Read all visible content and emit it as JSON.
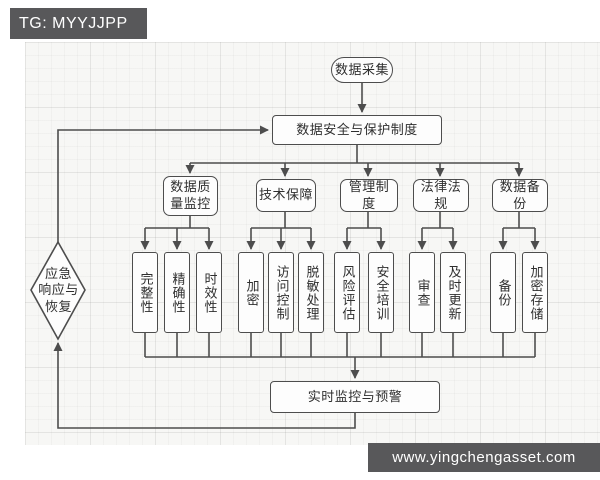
{
  "watermark": {
    "telegram": "TG: MYYJJPP",
    "website": "www.yingchengasset.com"
  },
  "flowchart": {
    "start": "数据采集",
    "policy": "数据安全与保护制度",
    "branches": [
      {
        "label": "数据质量监控",
        "children": [
          "完整性",
          "精确性",
          "时效性"
        ]
      },
      {
        "label": "技术保障",
        "children": [
          "加密",
          "访问控制",
          "脱敏处理"
        ]
      },
      {
        "label": "管理制度",
        "children": [
          "风险评估",
          "安全培训"
        ]
      },
      {
        "label": "法律法规",
        "children": [
          "审查",
          "及时更新"
        ]
      },
      {
        "label": "数据备份",
        "children": [
          "备份",
          "加密存储"
        ]
      }
    ],
    "monitor": "实时监控与预警",
    "decision": "应急\n响应与\n恢复",
    "colors": {
      "line": "#4d4d4d",
      "box_fill": "#fdfdfd",
      "badge_bg": "#58585a",
      "badge_text": "#ffffff",
      "paper": "#f7f7f5"
    }
  }
}
